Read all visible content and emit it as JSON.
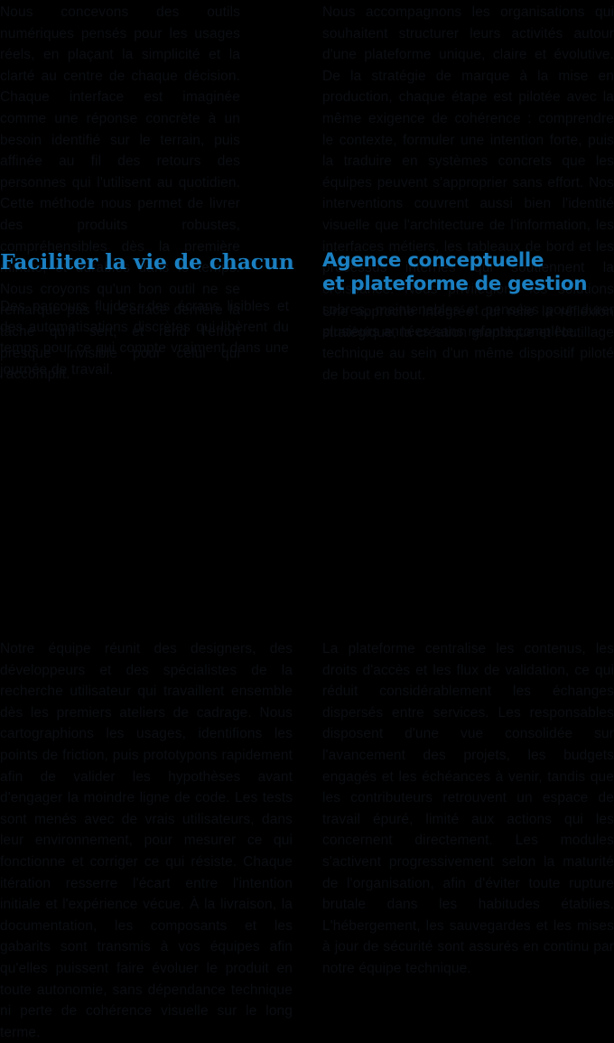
{
  "meta": {
    "background_color": "#000000",
    "accent_color": "#1a7fc1",
    "body_text_color": "#0a0d12",
    "language": "fr"
  },
  "columns": {
    "left": {
      "heading": "Faciliter la vie de chacun",
      "top_block": "Nous concevons des outils numériques pensés pour les usages réels, en plaçant la simplicité et la clarté au centre de chaque décision. Chaque interface est imaginée comme une réponse concrète à un besoin identifié sur le terrain, puis affinée au fil des retours des personnes qui l'utilisent au quotidien. Cette méthode nous permet de livrer des produits robustes, compréhensibles dès la première minute, et durables dans le temps. Nous croyons qu'un bon outil ne se remarque pas : il s'efface derrière la tâche qu'il sert, et rend l'effort presque invisible pour celui qui l'accomplit.",
      "lede_block": "Des parcours fluides, des écrans lisibles et des automatisations discrètes qui libèrent du temps pour ce qui compte vraiment dans une journée de travail.",
      "bottom_block": "Notre équipe réunit des designers, des développeurs et des spécialistes de la recherche utilisateur qui travaillent ensemble dès les premiers ateliers de cadrage. Nous cartographions les usages, identifions les points de friction, puis prototypons rapidement afin de valider les hypothèses avant d'engager la moindre ligne de code. Les tests sont menés avec de vrais utilisateurs, dans leur environnement, pour mesurer ce qui fonctionne et corriger ce qui résiste. Chaque itération resserre l'écart entre l'intention initiale et l'expérience vécue. À la livraison, la documentation, les composants et les gabarits sont transmis à vos équipes afin qu'elles puissent faire évoluer le produit en toute autonomie, sans dépendance technique ni perte de cohérence visuelle sur le long terme."
    },
    "right": {
      "heading": "Agence conceptuelle\net plateforme de gestion",
      "top_block": "Nous accompagnons les organisations qui souhaitent structurer leurs activités autour d'une plateforme unique, claire et évolutive. De la stratégie de marque à la mise en production, chaque étape est pilotée avec la même exigence de cohérence : comprendre le contexte, formuler une intention forte, puis la traduire en systèmes concrets que les équipes peuvent s'approprier sans effort. Nos interventions couvrent aussi bien l'identité visuelle que l'architecture de l'information, les interfaces métiers, les tableaux de bord et les processus internes qui soutiennent la croissance. Nous privilégions les solutions sobres, maintenables et pensées pour durer plusieurs années sans refonte complète.",
      "lede_block": "Une approche intégrée qui relie la réflexion stratégique, la création graphique et l'outillage technique au sein d'un même dispositif piloté de bout en bout.",
      "bottom_block": "La plateforme centralise les contenus, les droits d'accès et les flux de validation, ce qui réduit considérablement les échanges dispersés entre services. Les responsables disposent d'une vue consolidée sur l'avancement des projets, les budgets engagés et les échéances à venir, tandis que les contributeurs retrouvent un espace de travail épuré, limité aux actions qui les concernent directement. Les modules s'activent progressivement selon la maturité de l'organisation, afin d'éviter toute rupture brutale dans les habitudes établies. L'hébergement, les sauvegardes et les mises à jour de sécurité sont assurés en continu par notre équipe technique."
    }
  }
}
